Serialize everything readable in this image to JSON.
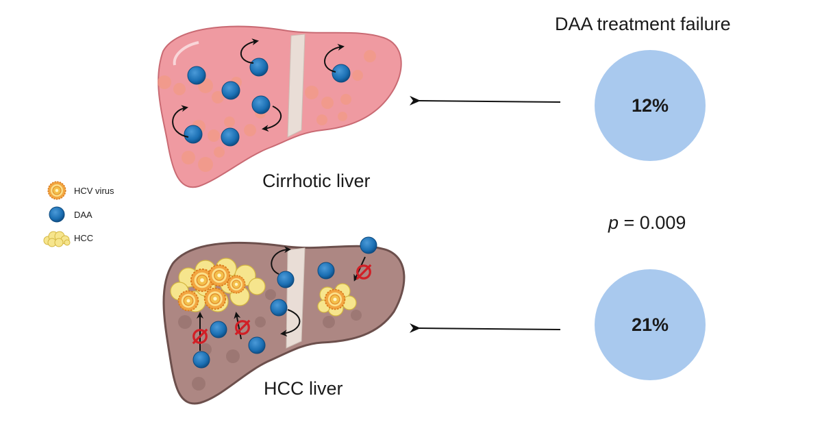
{
  "header": {
    "title": "DAA treatment failure"
  },
  "legend": {
    "hcv_label": "HCV virus",
    "daa_label": "DAA",
    "hcc_label": "HCC"
  },
  "livers": {
    "cirrhotic_label": "Cirrhotic liver",
    "hcc_label": "HCC liver"
  },
  "stats": {
    "cirrhotic_failure": "12%",
    "hcc_failure": "21%",
    "p_symbol": "p",
    "p_rest": " = 0.009"
  },
  "colors": {
    "cirrhotic_liver": "#ef9aa1",
    "hcc_liver": "#ad8783",
    "daa": "#1b6fb3",
    "hcc_tumor": "#f6e58d",
    "hcv_virus": "#f2a541",
    "circle": "#a9c9ee",
    "blocked": "#d11f26"
  },
  "icons": [
    "hcv-virus-icon",
    "daa-icon",
    "hcc-icon",
    "blocked-icon",
    "arrow-icon"
  ]
}
